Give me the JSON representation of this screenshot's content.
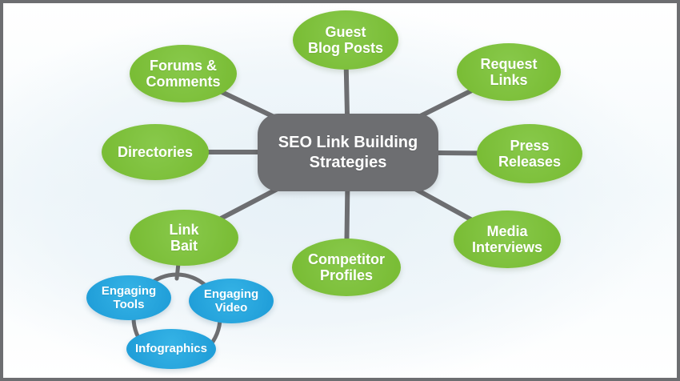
{
  "diagram": {
    "title": "SEO Link Building Strategies",
    "center": {
      "label": "SEO Link Building\nStrategies"
    },
    "nodes": [
      {
        "id": "guest-blog-posts",
        "label": "Guest\nBlog Posts",
        "group": "strategy"
      },
      {
        "id": "forums-comments",
        "label": "Forums &\nComments",
        "group": "strategy"
      },
      {
        "id": "request-links",
        "label": "Request\nLinks",
        "group": "strategy"
      },
      {
        "id": "directories",
        "label": "Directories",
        "group": "strategy"
      },
      {
        "id": "press-releases",
        "label": "Press\nReleases",
        "group": "strategy"
      },
      {
        "id": "link-bait",
        "label": "Link\nBait",
        "group": "strategy"
      },
      {
        "id": "competitor-profiles",
        "label": "Competitor\nProfiles",
        "group": "strategy"
      },
      {
        "id": "media-interviews",
        "label": "Media\nInterviews",
        "group": "strategy"
      }
    ],
    "subnodes": [
      {
        "id": "engaging-tools",
        "label": "Engaging\nTools",
        "group": "tactic",
        "parent": "link-bait"
      },
      {
        "id": "engaging-video",
        "label": "Engaging\nVideo",
        "group": "tactic",
        "parent": "link-bait"
      },
      {
        "id": "infographics",
        "label": "Infographics",
        "group": "tactic",
        "parent": "link-bait"
      }
    ]
  },
  "colors": {
    "green": "#7abd36",
    "green-light": "#88c94b",
    "blue": "#219fd9",
    "blue-light": "#35b3e6",
    "gray": "#6d6e71",
    "connector": "#6d6e71",
    "text": "#ffffff"
  }
}
